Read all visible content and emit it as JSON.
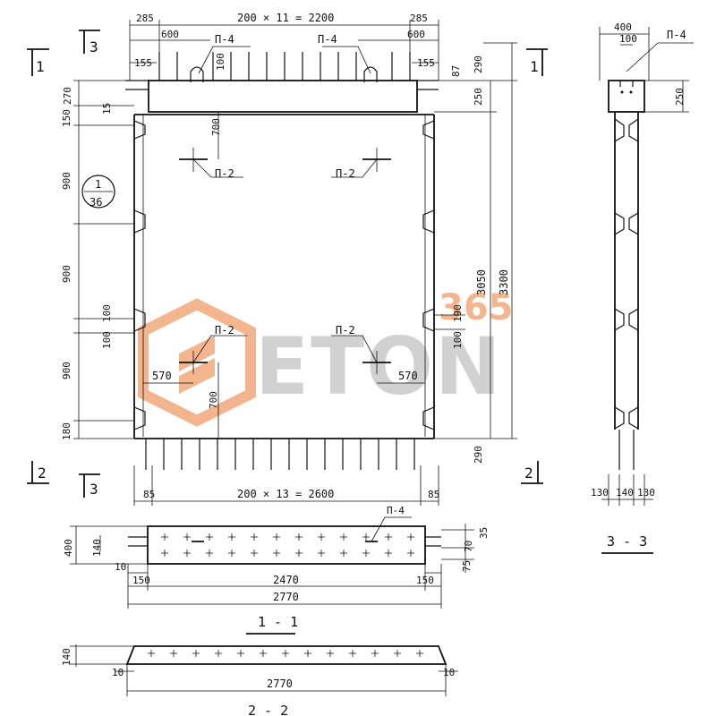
{
  "watermark": {
    "brand": "ETON",
    "number": "365",
    "color": "#f2a97a",
    "text_color": "#c9c9c9"
  },
  "elevation": {
    "top_total": "200 × 11 = 2200",
    "top_left_285": "285",
    "top_right_285": "285",
    "top_left_600": "600",
    "top_right_600": "600",
    "left_155": "155",
    "right_155": "155",
    "dim_100": "100",
    "right_87": "87",
    "tag_p4": "П-4",
    "tag_p2": "П-2",
    "dim_700": "700",
    "left_270": "270",
    "left_150": "150",
    "left_15": "15",
    "left_900": "900",
    "left_100": "100",
    "left_180": "180",
    "dim_570": "570",
    "right_290": "290",
    "right_250": "250",
    "right_190": "190",
    "right_100": "100",
    "height_3050": "3050",
    "height_3300": "3300",
    "bottom_85": "85",
    "bottom_total": "200 × 13 = 2600",
    "callout_num": "1",
    "callout_den": "36",
    "cut_1": "1",
    "cut_2": "2",
    "cut_3": "3"
  },
  "section33": {
    "title": "3 - 3",
    "dim_400": "400",
    "dim_100": "100",
    "dim_250": "250",
    "tag_p4": "П-4",
    "dim_130": "130",
    "dim_140": "140"
  },
  "section11": {
    "title": "1 - 1",
    "dim_400": "400",
    "dim_140": "140",
    "dim_10": "10",
    "dim_150": "150",
    "dim_2470": "2470",
    "dim_2770": "2770",
    "dim_35": "35",
    "dim_70": "70",
    "dim_75": "75",
    "tag_p4": "П-4"
  },
  "section22": {
    "title": "2 - 2",
    "dim_140": "140",
    "dim_10": "10",
    "dim_2770": "2770"
  }
}
